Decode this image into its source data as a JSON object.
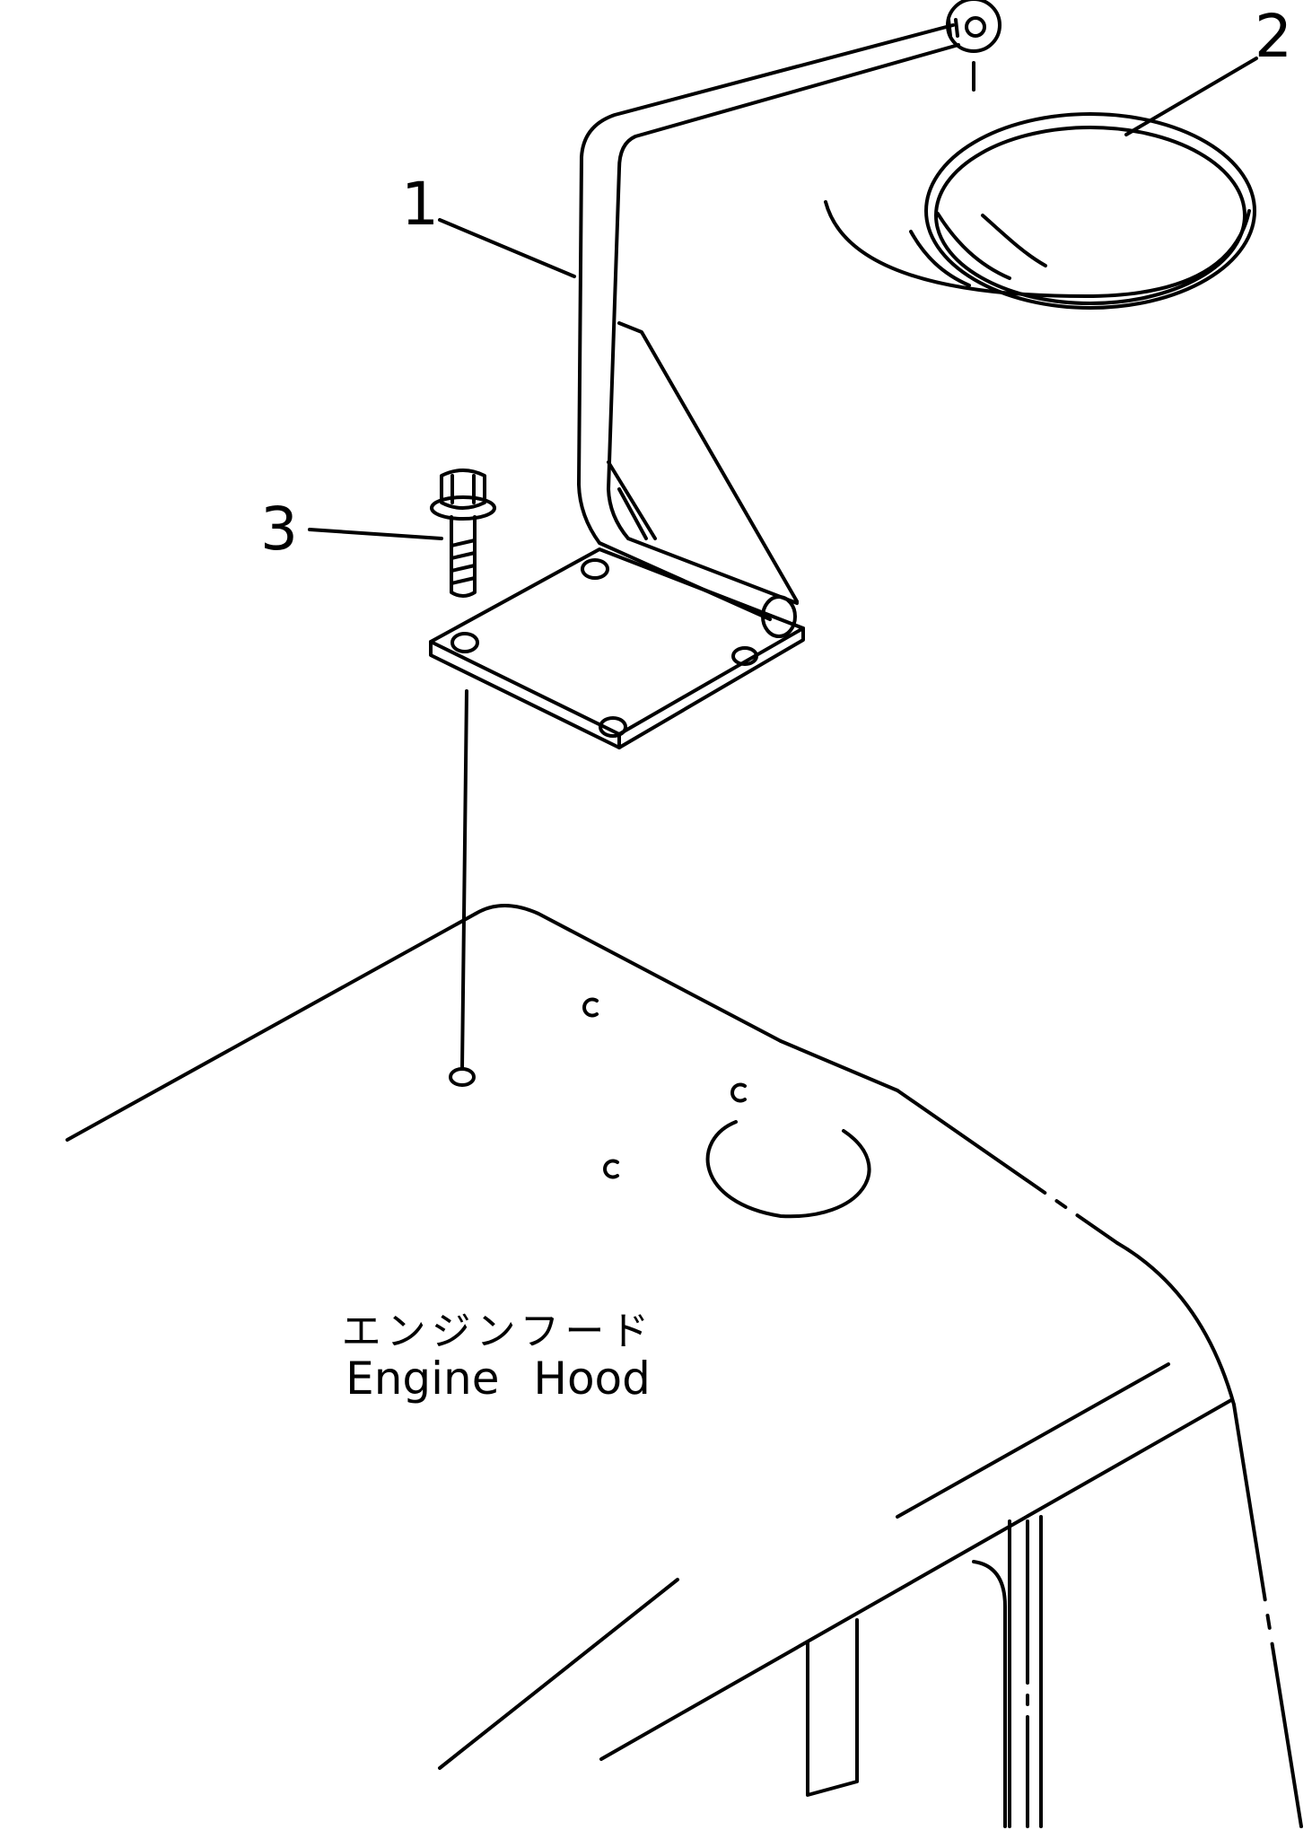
{
  "callouts": [
    {
      "id": "1",
      "label": "1",
      "part": "mirror-stay"
    },
    {
      "id": "2",
      "label": "2",
      "part": "mirror"
    },
    {
      "id": "3",
      "label": "3",
      "part": "bolt"
    }
  ],
  "hood_label": {
    "japanese": "エンジンフード",
    "english": "Engine Hood"
  }
}
